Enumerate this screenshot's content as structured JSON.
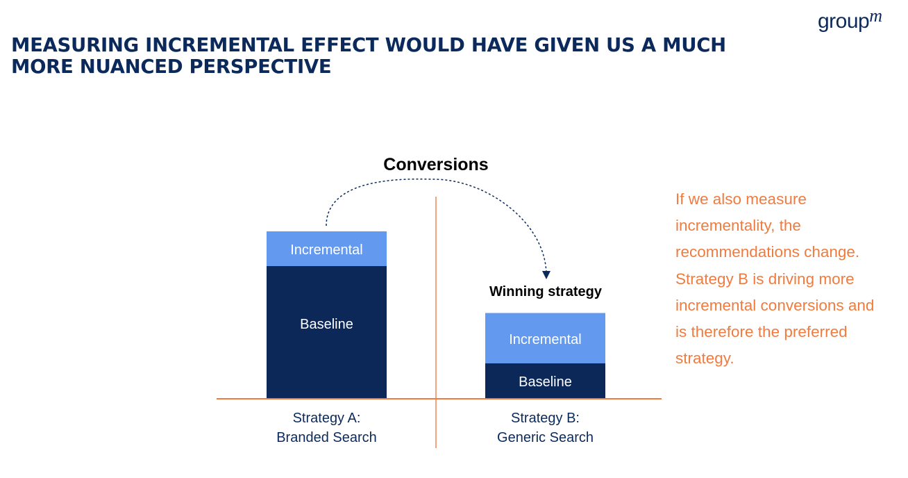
{
  "slide": {
    "title_line1": "MEASURING INCREMENTAL EFFECT WOULD HAVE GIVEN US A MUCH",
    "title_line2": "MORE NUANCED PERSPECTIVE",
    "logo_main": "group",
    "logo_sup": "m",
    "note": "If we also measure incrementality, the recommendations change. Strategy B is driving more incremental conversions and is therefore the preferred strategy."
  },
  "colors": {
    "navy": "#0b2a5b",
    "baseline": "#0b2859",
    "incremental": "#6399ef",
    "orange": "#f07b3f"
  },
  "chart_data": {
    "type": "bar",
    "stacked": true,
    "title": "Conversions",
    "categories": [
      "Strategy A:\nBranded Search",
      "Strategy B:\nGeneric Search"
    ],
    "category_lines": [
      [
        "Strategy A:",
        "Branded Search"
      ],
      [
        "Strategy B:",
        "Generic Search"
      ]
    ],
    "series": [
      {
        "name": "Baseline",
        "values": [
          76,
          20
        ]
      },
      {
        "name": "Incremental",
        "values": [
          20,
          29
        ]
      }
    ],
    "annotation": "Winning strategy",
    "ylim": [
      0,
      100
    ],
    "xlabel": "",
    "ylabel": "",
    "grid": false
  }
}
